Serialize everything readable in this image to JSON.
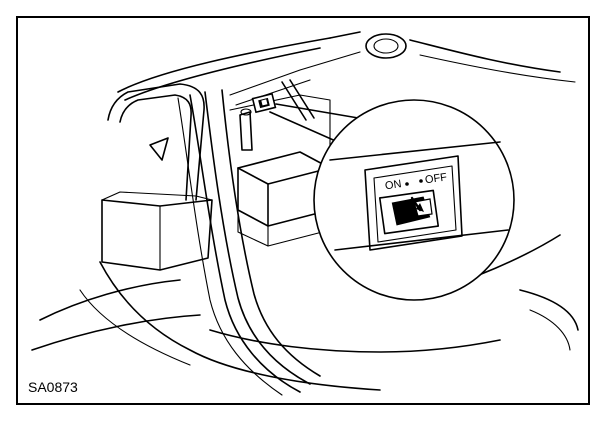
{
  "figure": {
    "code": "SA0873",
    "switch_on_label": "ON",
    "switch_off_label": "OFF"
  },
  "colors": {
    "ink": "#000000",
    "paper": "#ffffff"
  }
}
